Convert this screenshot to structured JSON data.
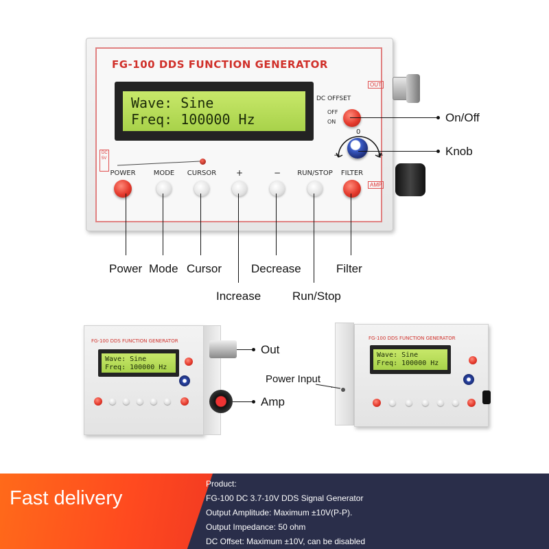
{
  "device": {
    "title": "FG-100 DDS FUNCTION GENERATOR",
    "lcd_line1": "Wave: Sine",
    "lcd_line2": "Freq: 100000 Hz",
    "out_tag": "OUT",
    "amp_tag": "AMP",
    "dc_tag": "DC 5V",
    "dc_offset_label": "DC OFFSET",
    "off_label": "OFF",
    "on_label": "ON",
    "zero_label": "0",
    "minus_label": "−",
    "plus_label": "+",
    "buttons": [
      {
        "label": "POWER"
      },
      {
        "label": "MODE"
      },
      {
        "label": "CURSOR"
      },
      {
        "label": "+"
      },
      {
        "label": "−"
      },
      {
        "label": "RUN/STOP"
      },
      {
        "label": "FILTER"
      }
    ]
  },
  "callouts": {
    "on_off": "On/Off",
    "knob": "Knob",
    "power": "Power",
    "mode": "Mode",
    "cursor": "Cursor",
    "increase": "Increase",
    "decrease": "Decrease",
    "run_stop": "Run/Stop",
    "filter": "Filter",
    "out": "Out",
    "amp": "Amp",
    "power_input": "Power Input"
  },
  "mini_devices": {
    "title": "FG-100 DDS FUNCTION GENERATOR",
    "lcd_line1": "Wave: Sine",
    "lcd_line2": "Freq: 100000 Hz"
  },
  "banner": {
    "headline": "Fast delivery",
    "specs": [
      "Product:",
      "FG-100 DC 3.7-10V DDS Signal Generator",
      "Output Amplitude: Maximum ±10V(P-P).",
      "Output Impedance: 50 ohm",
      "DC Offset: Maximum ±10V, can be disabled"
    ]
  },
  "colors": {
    "brand_red": "#d0302a",
    "lcd_green": "#b6dc56",
    "banner_orange": "#ff4a1f",
    "banner_navy": "#2a2e4a"
  }
}
